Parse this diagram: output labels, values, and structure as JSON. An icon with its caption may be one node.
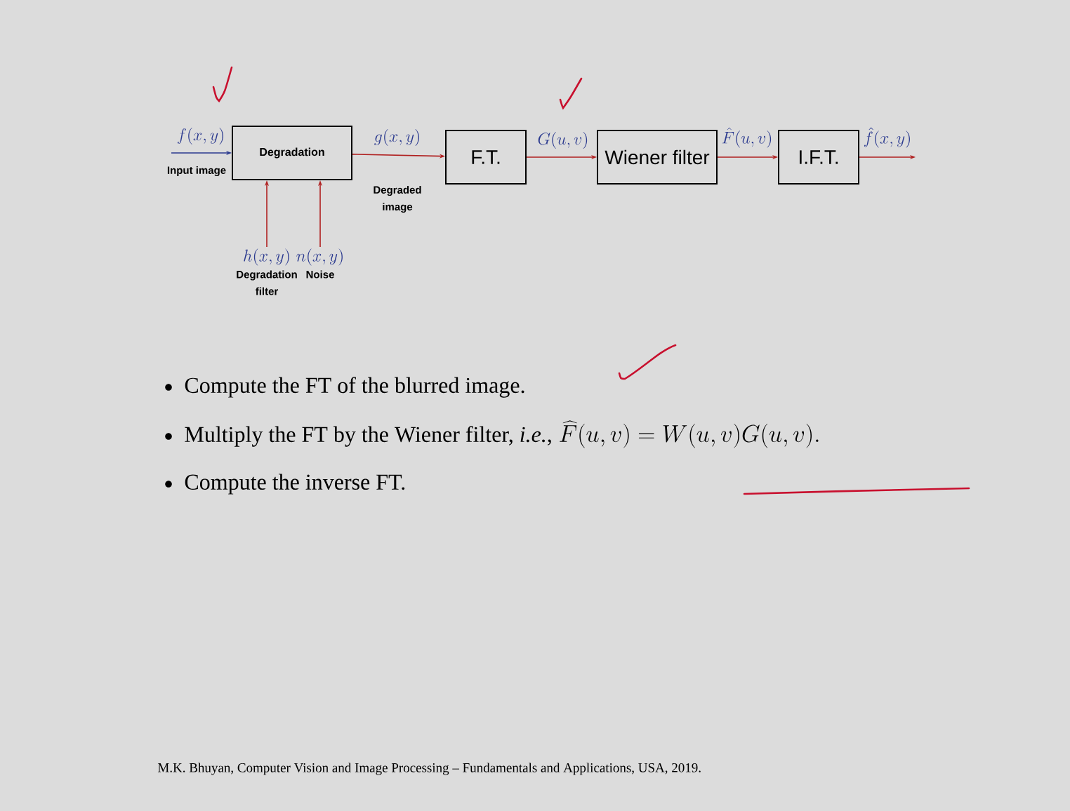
{
  "diagram": {
    "nodes": [
      {
        "text": [
          "Degradation"
        ]
      },
      {
        "text": [
          "F.T."
        ]
      },
      {
        "text": [
          "Wiener filter"
        ]
      },
      {
        "text": [
          "I.F.T."
        ]
      },
      {
        "text": [
          "h(x,y)",
          "Degradation filter"
        ]
      },
      {
        "text": [
          "n(x,y)",
          "Noise"
        ]
      }
    ],
    "edges": [
      {
        "from": null,
        "to": 0,
        "arrow": "to",
        "label": "f(x,y)",
        "color": "#2b3a8f"
      },
      {
        "from": 0,
        "to": 1,
        "arrow": "to",
        "label": "g(x,y)"
      },
      {
        "from": 1,
        "to": 2,
        "arrow": "to",
        "label": "G(u,v)"
      },
      {
        "from": 2,
        "to": 3,
        "arrow": "to",
        "label": "\\hat{F}(u,v)"
      },
      {
        "from": 3,
        "to": null,
        "arrow": "to",
        "label": "\\hat{f}(x,y)"
      },
      {
        "from": 4,
        "to": 0,
        "arrow": "to"
      },
      {
        "from": 5,
        "to": 0,
        "arrow": "to"
      }
    ],
    "labels": [
      "Input image",
      "Degraded image",
      "Compute the FT of the blurred image.",
      "Multiply the FT by the Wiener filter, *i.e.*,",
      "\\widehat{F}(u,v) = W(u,v)G(u,v).",
      "Compute the inverse FT.",
      "M.K. Bhuyan, Computer Vision and Image Processing – Fundamentals and Applications, USA, 2019."
    ]
  }
}
